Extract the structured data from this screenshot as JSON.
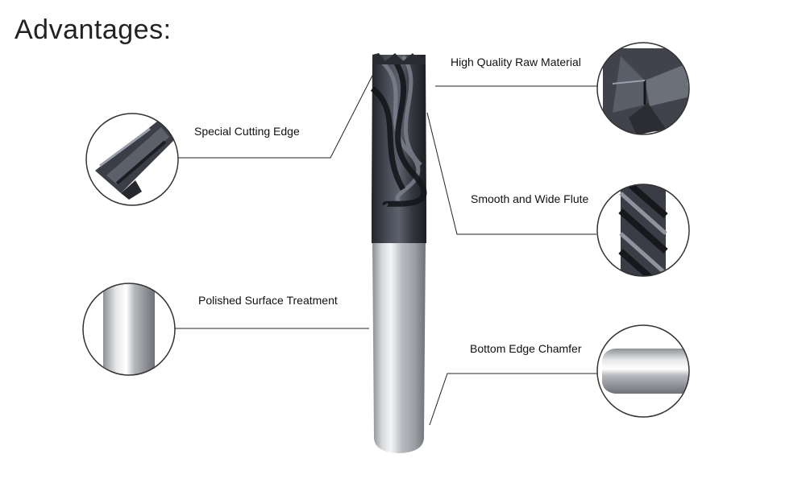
{
  "title": "Advantages:",
  "features": {
    "cutting_edge": "Special Cutting Edge",
    "surface": "Polished Surface Treatment",
    "raw_material": "High Quality Raw Material",
    "flute": "Smooth and Wide Flute",
    "chamfer": "Bottom Edge Chamfer"
  },
  "colors": {
    "coating": "#3a3d45",
    "shank": "#c9cbce",
    "line": "#222222"
  }
}
